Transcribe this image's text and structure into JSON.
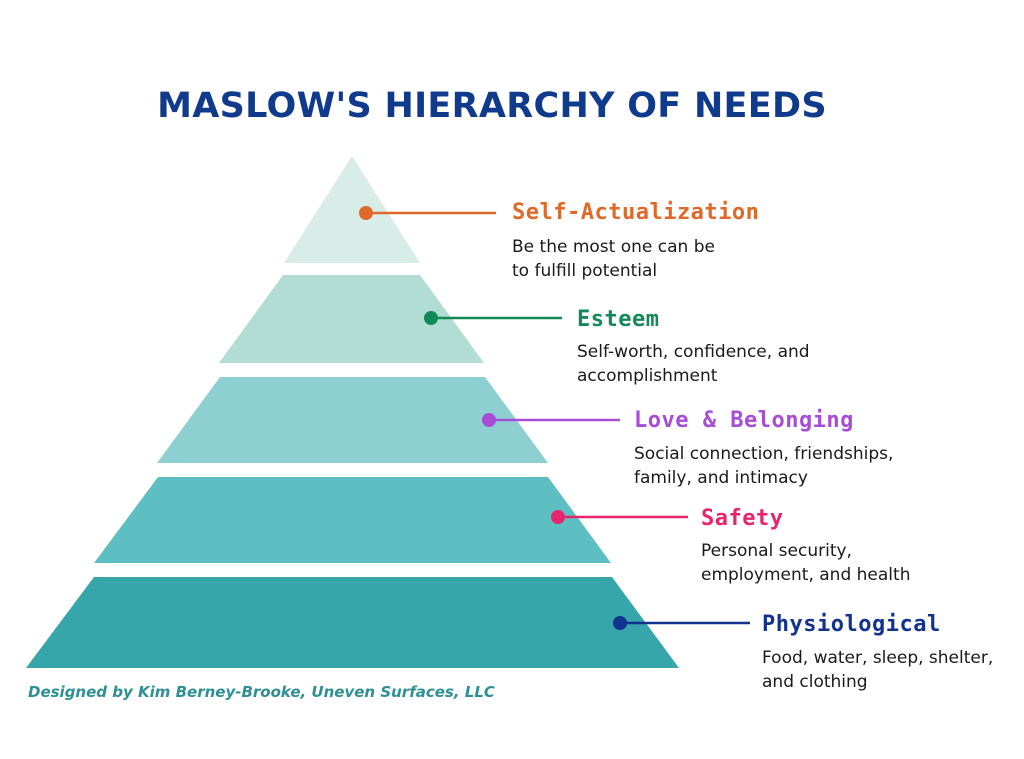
{
  "title": "MASLOW'S HIERARCHY OF NEEDS",
  "levels": [
    {
      "name": "Self-Actualization",
      "description_lines": [
        "Be the most one can be",
        "to fulfill potential"
      ],
      "color": "#e0692a",
      "fill": "#d8ede7"
    },
    {
      "name": "Esteem",
      "description_lines": [
        "Self-worth, confidence, and",
        "accomplishment"
      ],
      "color": "#128a57",
      "fill": "#b2ddd4"
    },
    {
      "name": "Love & Belonging",
      "description_lines": [
        "Social connection, friendships,",
        "family, and intimacy"
      ],
      "color": "#a74ed6",
      "fill": "#8ecfd2"
    },
    {
      "name": "Safety",
      "description_lines": [
        "Personal security,",
        "employment, and health"
      ],
      "color": "#e8246d",
      "fill": "#5dbfc1"
    },
    {
      "name": "Physiological",
      "description_lines": [
        "Food, water, sleep, shelter,",
        "and clothing"
      ],
      "color": "#11338f",
      "fill": "#36a6aa"
    }
  ],
  "credit": "Designed by Kim Berney-Brooke, Uneven Surfaces, LLC"
}
